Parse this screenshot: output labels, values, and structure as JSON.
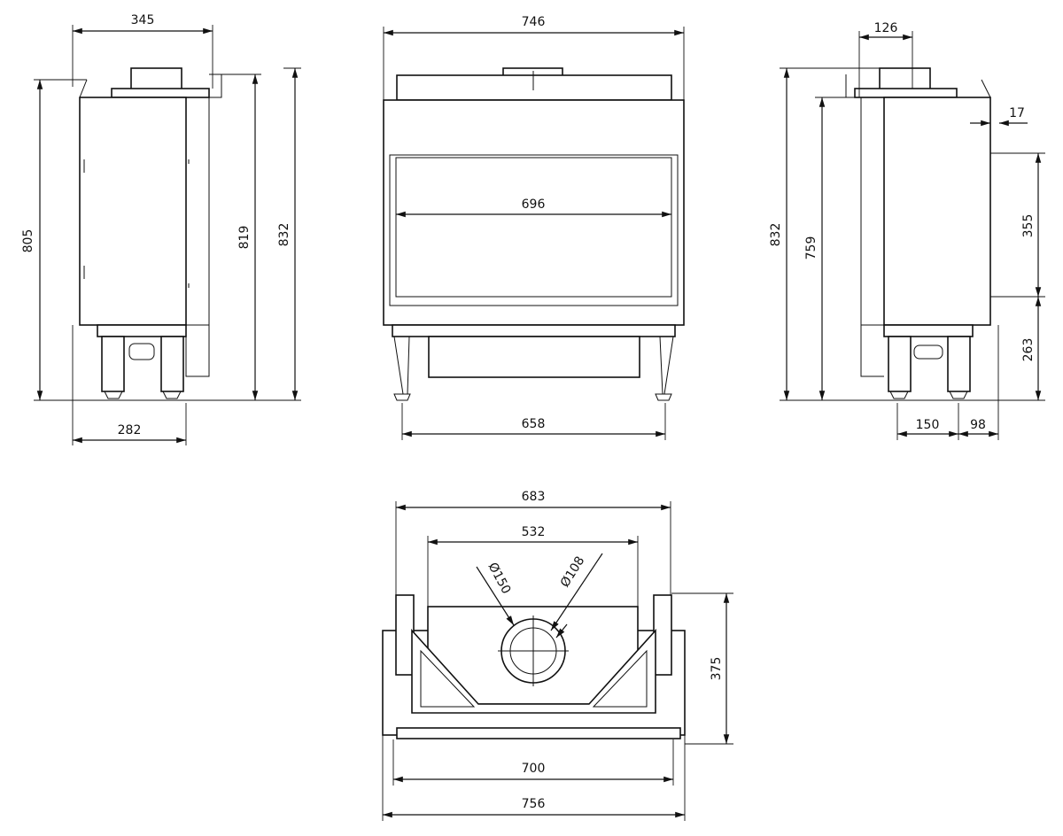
{
  "side_view_left": {
    "width_top": "345",
    "height_805": "805",
    "height_819": "819",
    "height_832": "832",
    "width_bottom": "282"
  },
  "front_view": {
    "width_overall": "746",
    "glass_width": "696",
    "leg_span": "658"
  },
  "side_view_right": {
    "flue_offset": "126",
    "offset_17": "17",
    "height_832": "832",
    "height_759": "759",
    "glass_height": "355",
    "base_height": "263",
    "leg_span": "150",
    "rear_offset": "98"
  },
  "top_view": {
    "width_683": "683",
    "width_532": "532",
    "flue_outer_dia": "Ø150",
    "flue_inner_dia": "Ø108",
    "depth": "375",
    "width_700": "700",
    "width_756": "756"
  }
}
